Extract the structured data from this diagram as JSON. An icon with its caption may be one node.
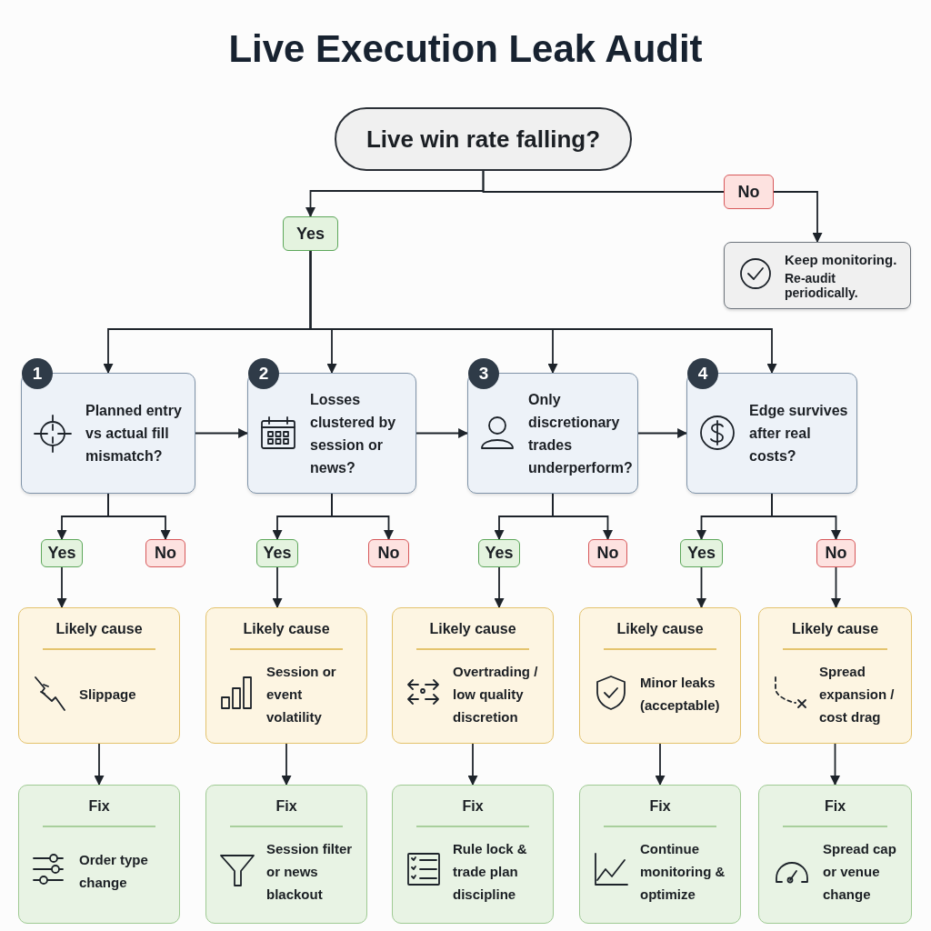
{
  "diagram": {
    "title": "Live Execution Leak Audit",
    "nodes": [
      {
        "text": [
          "Live win rate falling?"
        ]
      },
      {
        "text": [
          "Yes"
        ]
      },
      {
        "text": [
          "No"
        ]
      },
      {
        "text": [
          "Keep monitoring.",
          "Re-audit periodically."
        ]
      },
      {
        "text": [
          "1",
          "Planned entry vs actual fill mismatch?"
        ]
      },
      {
        "text": [
          "2",
          "Losses clustered by session or news?"
        ]
      },
      {
        "text": [
          "3",
          "Only discretionary trades underperform?"
        ]
      },
      {
        "text": [
          "4",
          "Edge survives after real costs?"
        ]
      },
      {
        "text": [
          "Yes"
        ]
      },
      {
        "text": [
          "No"
        ]
      },
      {
        "text": [
          "Yes"
        ]
      },
      {
        "text": [
          "No"
        ]
      },
      {
        "text": [
          "Yes"
        ]
      },
      {
        "text": [
          "No"
        ]
      },
      {
        "text": [
          "Yes"
        ]
      },
      {
        "text": [
          "No"
        ]
      },
      {
        "text": [
          "Likely cause",
          "Slippage"
        ]
      },
      {
        "text": [
          "Likely cause",
          "Session or event volatility"
        ]
      },
      {
        "text": [
          "Likely cause",
          "Overtrading / low quality discretion"
        ]
      },
      {
        "text": [
          "Likely cause",
          "Minor leaks (acceptable)"
        ]
      },
      {
        "text": [
          "Likely cause",
          "Spread expansion / cost drag"
        ]
      },
      {
        "text": [
          "Fix",
          "Order type change"
        ]
      },
      {
        "text": [
          "Fix",
          "Session filter or news blackout"
        ]
      },
      {
        "text": [
          "Fix",
          "Rule lock & trade plan discipline"
        ]
      },
      {
        "text": [
          "Fix",
          "Continue monitoring & optimize"
        ]
      },
      {
        "text": [
          "Fix",
          "Spread cap or venue change"
        ]
      }
    ],
    "edges": [
      {
        "from": 0,
        "to": 1,
        "arrow": "to"
      },
      {
        "from": 0,
        "to": 2,
        "arrow": "none"
      },
      {
        "from": 2,
        "to": 3,
        "arrow": "to"
      },
      {
        "from": 1,
        "to": 4,
        "arrow": "to"
      },
      {
        "from": 1,
        "to": 5,
        "arrow": "to"
      },
      {
        "from": 1,
        "to": 6,
        "arrow": "to"
      },
      {
        "from": 1,
        "to": 7,
        "arrow": "to"
      },
      {
        "from": 4,
        "to": 5,
        "arrow": "to"
      },
      {
        "from": 5,
        "to": 6,
        "arrow": "to"
      },
      {
        "from": 6,
        "to": 7,
        "arrow": "to"
      },
      {
        "from": 4,
        "to": 8,
        "arrow": "to"
      },
      {
        "from": 4,
        "to": 9,
        "arrow": "to"
      },
      {
        "from": 5,
        "to": 10,
        "arrow": "to"
      },
      {
        "from": 5,
        "to": 11,
        "arrow": "to"
      },
      {
        "from": 6,
        "to": 12,
        "arrow": "to"
      },
      {
        "from": 6,
        "to": 13,
        "arrow": "to"
      },
      {
        "from": 7,
        "to": 14,
        "arrow": "to"
      },
      {
        "from": 7,
        "to": 15,
        "arrow": "to"
      },
      {
        "from": 8,
        "to": 16,
        "arrow": "to"
      },
      {
        "from": 10,
        "to": 17,
        "arrow": "to"
      },
      {
        "from": 12,
        "to": 18,
        "arrow": "to"
      },
      {
        "from": 14,
        "to": 19,
        "arrow": "to"
      },
      {
        "from": 15,
        "to": 20,
        "arrow": "to"
      },
      {
        "from": 16,
        "to": 21,
        "arrow": "to"
      },
      {
        "from": 17,
        "to": 22,
        "arrow": "to"
      },
      {
        "from": 18,
        "to": 23,
        "arrow": "to"
      },
      {
        "from": 19,
        "to": 24,
        "arrow": "to"
      },
      {
        "from": 20,
        "to": 25,
        "arrow": "to"
      }
    ]
  }
}
